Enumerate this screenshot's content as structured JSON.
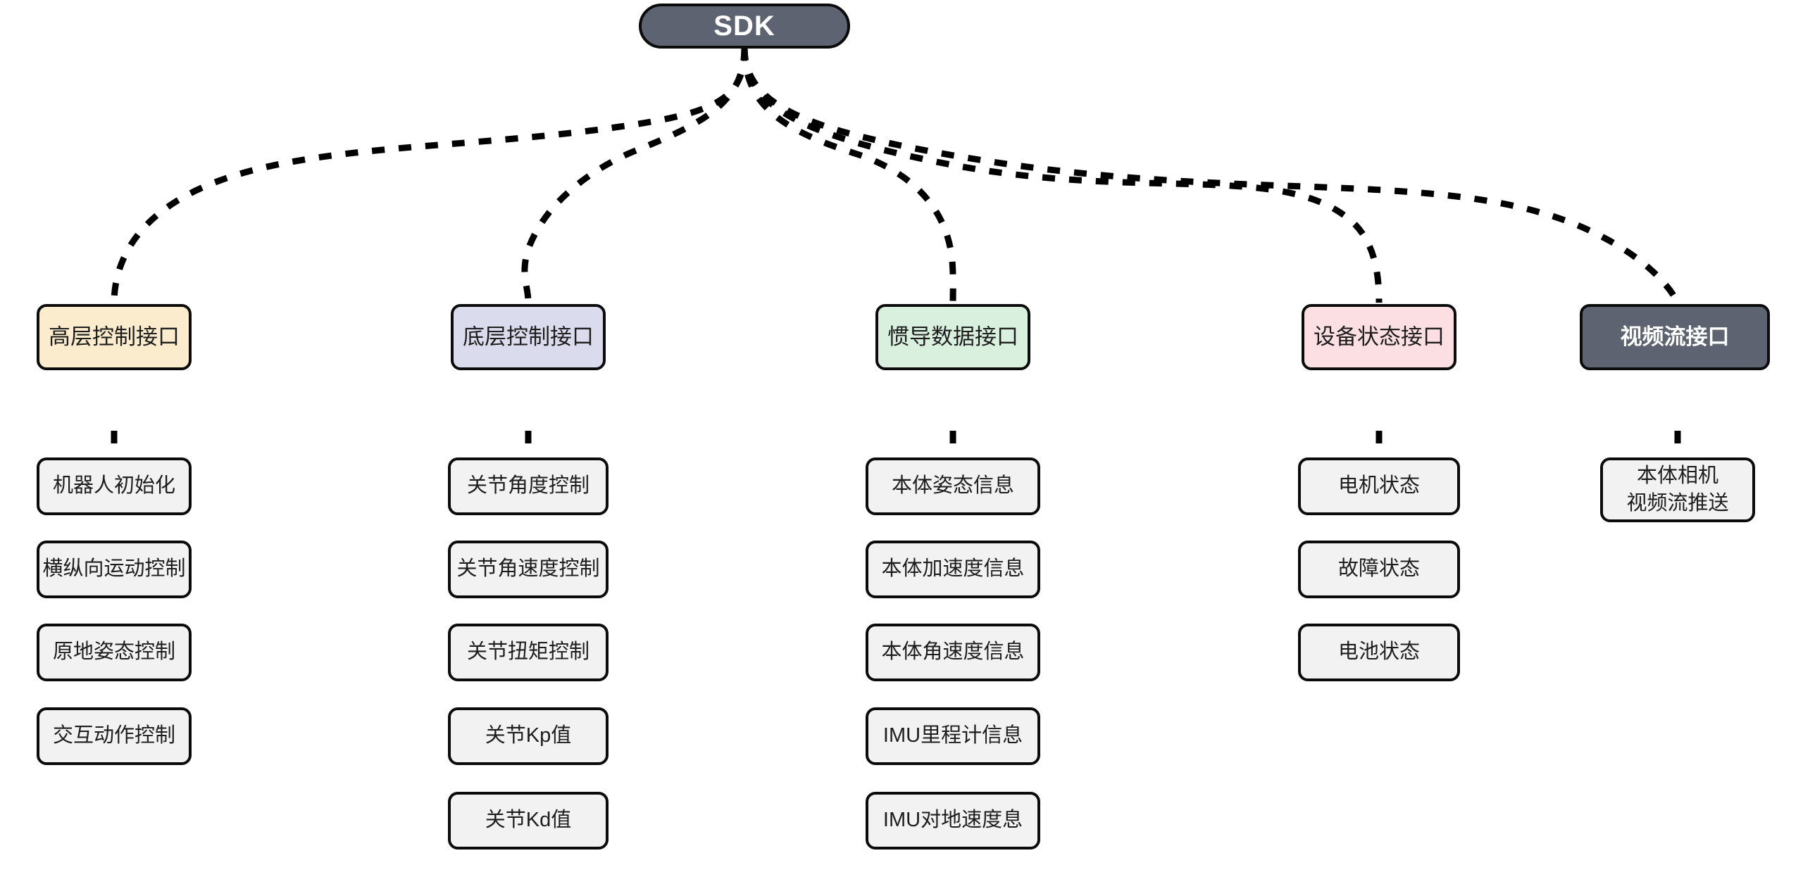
{
  "diagram": {
    "type": "tree",
    "orientation": "top-down",
    "background_color": "#ffffff",
    "edge_style": "dashed",
    "edge_color": "#000000",
    "root": {
      "label": "SDK",
      "fill": "#5d6370",
      "text_color": "#ffffff"
    },
    "branches": [
      {
        "label": "高层控制接口",
        "fill": "#faeccc",
        "text_color": "#1d1d1d",
        "children": [
          "机器人初始化",
          "横纵向运动控制",
          "原地姿态控制",
          "交互动作控制"
        ]
      },
      {
        "label": "底层控制接口",
        "fill": "#dadcee",
        "text_color": "#1d1d1d",
        "children": [
          "关节角度控制",
          "关节角速度控制",
          "关节扭矩控制",
          "关节Kp值",
          "关节Kd值"
        ]
      },
      {
        "label": "惯导数据接口",
        "fill": "#daf0de",
        "text_color": "#1d1d1d",
        "children": [
          "本体姿态信息",
          "本体加速度信息",
          "本体角速度信息",
          "IMU里程计信息",
          "IMU对地速度息"
        ]
      },
      {
        "label": "设备状态接口",
        "fill": "#fbdfe3",
        "text_color": "#1d1d1d",
        "children": [
          "电机状态",
          "故障状态",
          "电池状态"
        ]
      },
      {
        "label": "视频流接口",
        "fill": "#5d6370",
        "text_color": "#ffffff",
        "children": [
          "本体相机\n视频流推送"
        ]
      }
    ]
  }
}
